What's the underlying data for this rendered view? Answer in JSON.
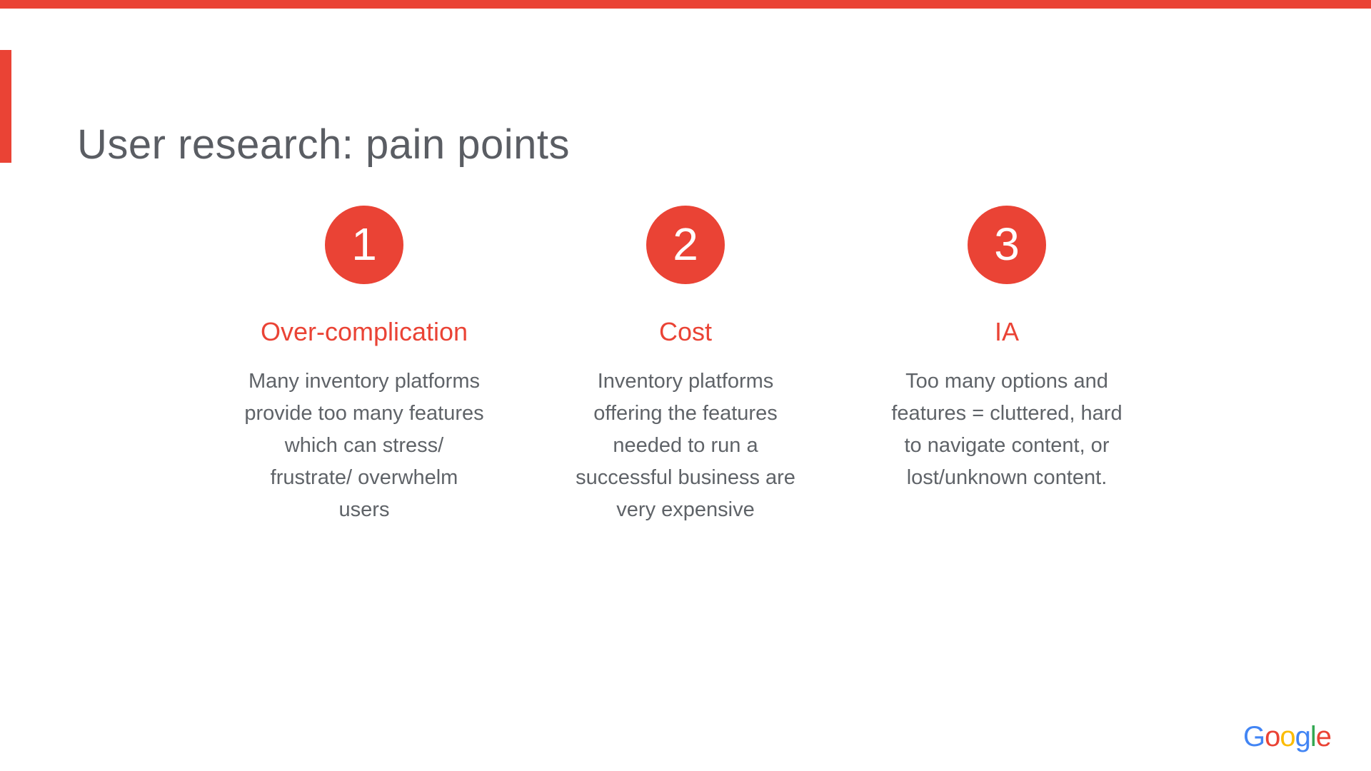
{
  "slide": {
    "title": "User research: pain points",
    "colors": {
      "accent": "#EA4335",
      "title_text": "#5A5D63",
      "body_text": "#5F6368",
      "background": "#FFFFFF",
      "circle_number_text": "#FFFFFF"
    },
    "columns": [
      {
        "number": "1",
        "heading": "Over-complication",
        "body": "Many inventory platforms\nprovide too many features\nwhich can stress/\nfrustrate/ overwhelm\nusers"
      },
      {
        "number": "2",
        "heading": "Cost",
        "body": "Inventory platforms\noffering the features\nneeded to run a\nsuccessful business are\nvery expensive"
      },
      {
        "number": "3",
        "heading": "IA",
        "body": "Too many options and\nfeatures = cluttered, hard\nto navigate content, or\nlost/unknown content."
      }
    ],
    "footer": {
      "logo_text": "Google",
      "logo_letters": [
        {
          "char": "G",
          "color": "#4285F4"
        },
        {
          "char": "o",
          "color": "#EA4335"
        },
        {
          "char": "o",
          "color": "#FBBC04"
        },
        {
          "char": "g",
          "color": "#4285F4"
        },
        {
          "char": "l",
          "color": "#34A853"
        },
        {
          "char": "e",
          "color": "#EA4335"
        }
      ]
    }
  }
}
